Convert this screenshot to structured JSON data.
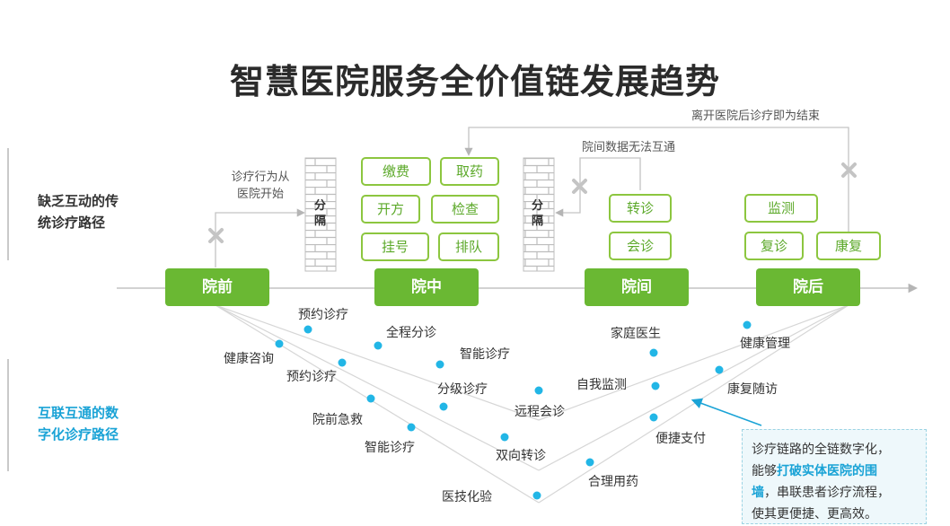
{
  "title": "智慧医院服务全价值链发展趋势",
  "sides": {
    "traditional": [
      "缺乏互动的传",
      "统诊疗路径"
    ],
    "digital": [
      "互联互通的数",
      "字化诊疗路径"
    ]
  },
  "notes": {
    "start": [
      "诊疗行为从",
      "医院开始"
    ],
    "data": "院间数据无法互通",
    "end": "离开医院后诊疗即为结束"
  },
  "wall_label": [
    "分",
    "隔"
  ],
  "stages": [
    "院前",
    "院中",
    "院间",
    "院后"
  ],
  "inhospital_boxes": [
    "缴费",
    "取药",
    "开方",
    "检查",
    "挂号",
    "排队"
  ],
  "between_boxes": [
    "转诊",
    "会诊"
  ],
  "after_boxes": [
    "监测",
    "复诊",
    "康复"
  ],
  "digital_items": {
    "i0": "预约诊疗",
    "i1": "健康咨询",
    "i2": "全程分诊",
    "i3": "预约诊疗",
    "i4": "智能诊疗",
    "i5": "院前急救",
    "i6": "分级诊疗",
    "i7": "智能诊疗",
    "i8": "远程会诊",
    "i9": "双向转诊",
    "i10": "医技化验",
    "i11": "家庭医生",
    "i12": "自我监测",
    "i13": "便捷支付",
    "i14": "合理用药",
    "i15": "健康管理",
    "i16": "康复随访"
  },
  "callout": {
    "p1": "诊疗链路的全链数字化，",
    "p2": "能够",
    "p3": "打破实体医院的围",
    "p4": "墙",
    "p5": "，串联患者诊疗流程，",
    "p6": "使其更便捷、更高效。"
  },
  "colors": {
    "green": "#6ab833",
    "light_green": "#8cc63f",
    "blue": "#1aa3d6",
    "gray": "#bbbbbb"
  }
}
